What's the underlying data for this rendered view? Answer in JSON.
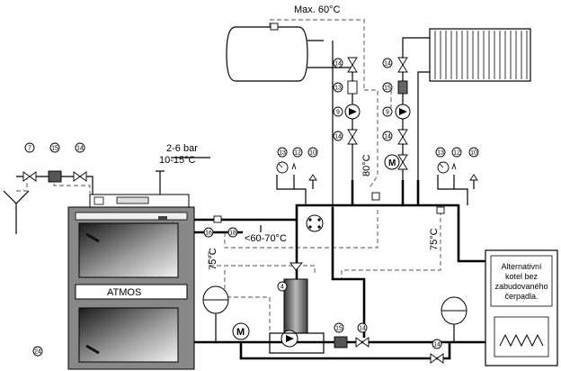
{
  "labels": {
    "max_temp": "Max. 60°C",
    "pressure": "2-6 bar",
    "inlet_temp": "10-15°C",
    "boiler_brand": "ATMOS",
    "return_temp": "<60-70°C",
    "temp_75_left": "75°C",
    "temp_75_right": "75°C",
    "temp_80": "80°C",
    "alt_boiler_line1": "Alternativní",
    "alt_boiler_line2": "kotel bez",
    "alt_boiler_line3": "zabudovaného",
    "alt_boiler_line4": "čerpadla."
  },
  "component_numbers": {
    "n7": "7",
    "n15a": "15",
    "n14a": "14",
    "n14b": "14",
    "n13a": "13",
    "n9a": "9",
    "n14c": "14",
    "n14d": "14",
    "n15b": "15",
    "n9b": "9",
    "n14e": "14",
    "n13b": "13",
    "n12a": "12",
    "n10a": "10",
    "n13c": "13",
    "n12b": "12",
    "n10b": "10",
    "n16": "16",
    "n18": "18",
    "n4": "4",
    "n15c": "15",
    "n14f": "14",
    "n14g": "14",
    "n24": "24",
    "motor_a": "M",
    "motor_b": "M"
  }
}
